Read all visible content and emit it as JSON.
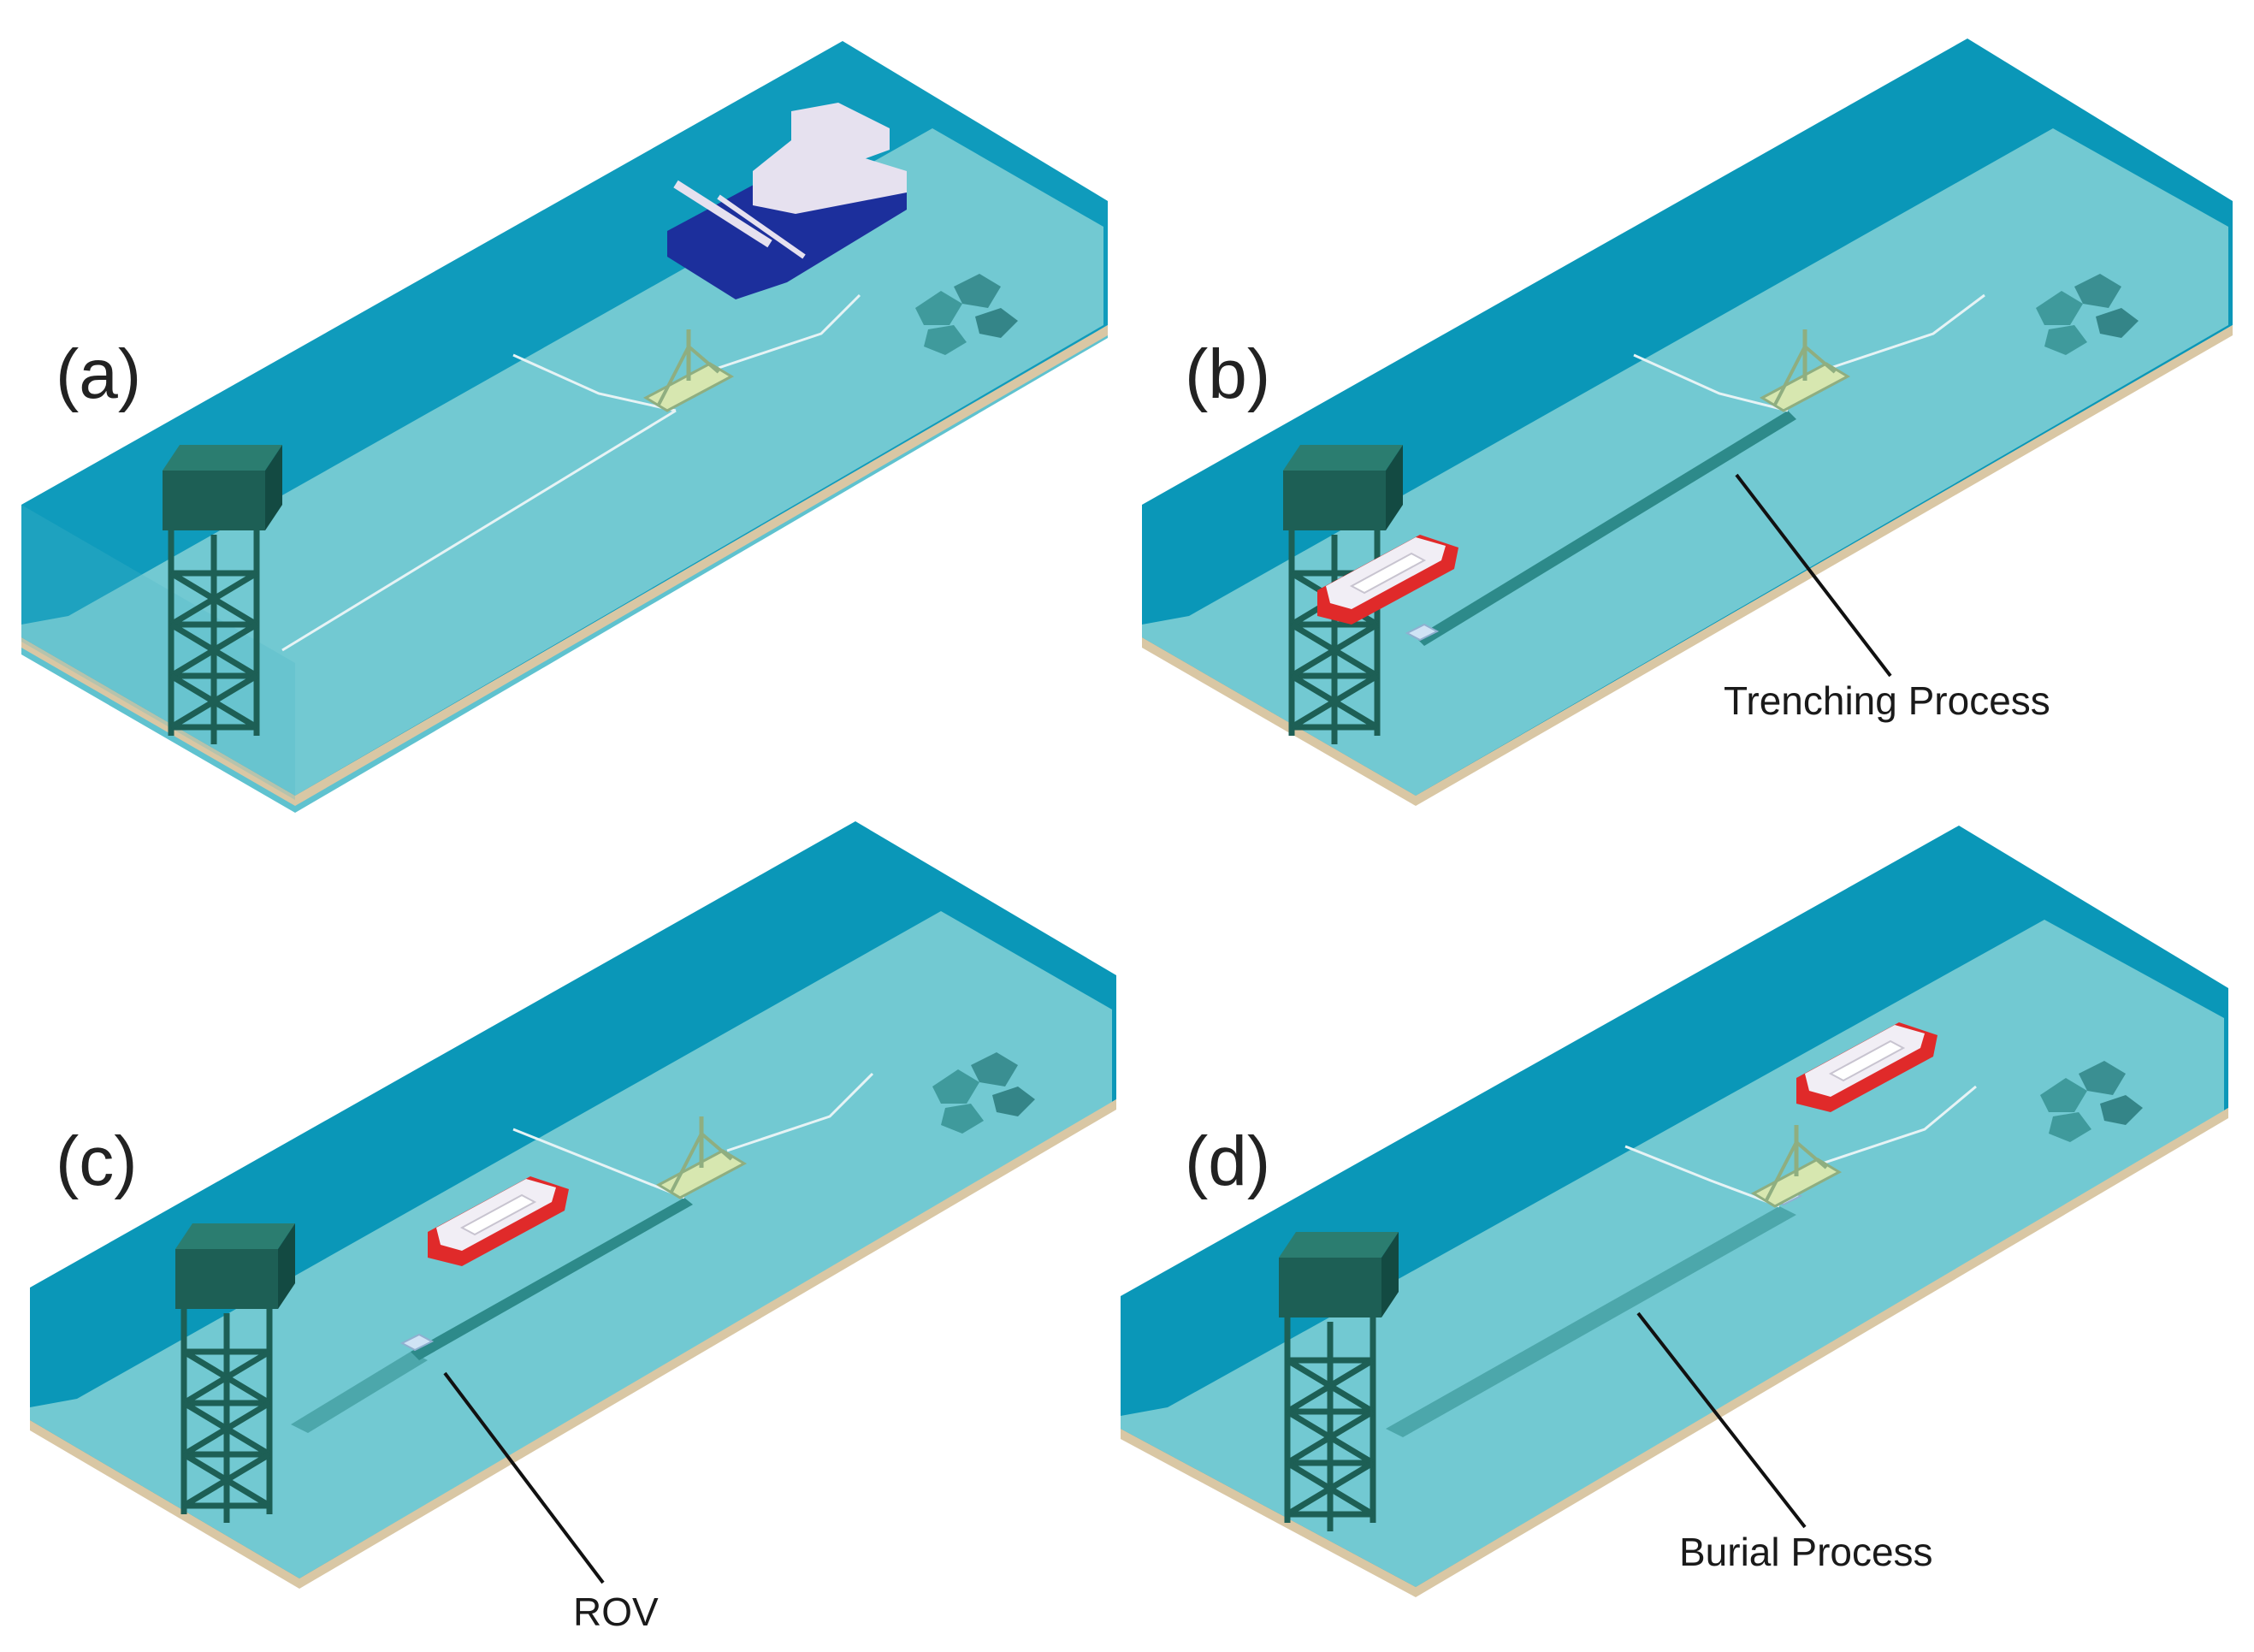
{
  "panels": [
    {
      "label": "(a)",
      "callout": ""
    },
    {
      "label": "(b)",
      "callout": "Trenching Process"
    },
    {
      "label": "(c)",
      "callout": "ROV"
    },
    {
      "label": "(d)",
      "callout": "Burial Process"
    }
  ],
  "colors": {
    "water_top": "#0a97b8",
    "water_side": "#0e8fb0",
    "water_front": "#5fc2cf",
    "seabed": "#72c9d2",
    "sand": "#d9c7a4",
    "jacket": "#1d5f55",
    "vessel_red": "#e02a2a",
    "vessel_white": "#f1eef5",
    "barge_blue": "#1c2f9c",
    "barge_white": "#e6e1ef",
    "trench": "#2d8a8a",
    "cable": "#e6f3f5"
  },
  "icons": [
    "jacket-platform",
    "lay-barge",
    "cable-vessel",
    "rov",
    "rock-pile",
    "plem-frame"
  ]
}
